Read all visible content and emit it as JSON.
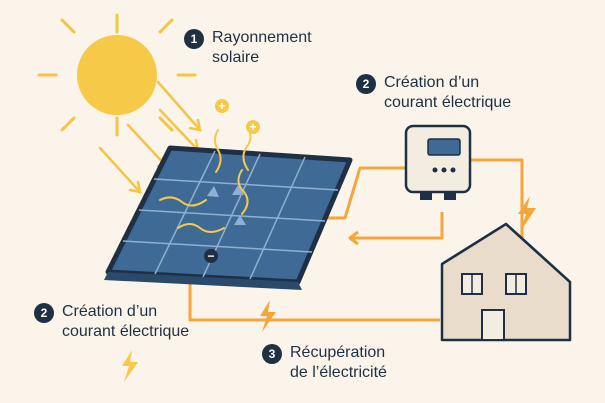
{
  "colors": {
    "background": "#faf4ea",
    "sun": "#f7c948",
    "sun_rays": "#f5c542",
    "wire": "#f4a63a",
    "panel": "#3f6a95",
    "panel_frame": "#1f3045",
    "house_wall": "#e9dccb",
    "text": "#1f3045",
    "badge": "#1f3045"
  },
  "icons": [
    "sun-icon",
    "solar-panel-icon",
    "inverter-icon",
    "house-icon",
    "lightning-icon",
    "plus-charge-icon",
    "minus-charge-icon"
  ],
  "steps": [
    {
      "number": "1",
      "lines": [
        "Rayonnement",
        "solaire"
      ]
    },
    {
      "number": "2",
      "lines": [
        "Création d’un",
        "courant électrique"
      ]
    },
    {
      "number": "2",
      "lines": [
        "Création d’un",
        "courant électrique"
      ]
    },
    {
      "number": "3",
      "lines": [
        "Récupération",
        "de l’électricité"
      ]
    }
  ],
  "charges": {
    "plus": "+",
    "minus": "−"
  }
}
